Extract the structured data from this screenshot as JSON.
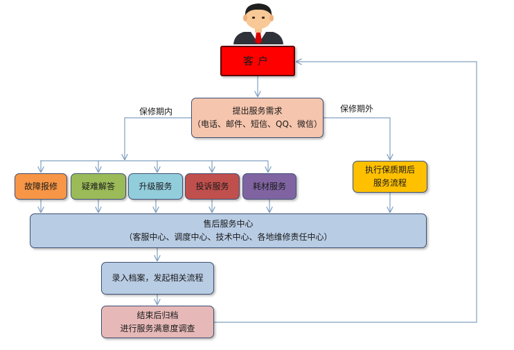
{
  "nodes": {
    "customer": "客户",
    "request": {
      "line1": "提出服务需求",
      "line2": "（电话、邮件、短信、QQ、微信）"
    },
    "after_warranty": {
      "line1": "执行保质期后",
      "line2": "服务流程"
    },
    "services": [
      "故障报修",
      "疑难解答",
      "升级服务",
      "投诉服务",
      "耗材服务"
    ],
    "service_center": {
      "line1": "售后服务中心",
      "line2": "（客服中心、调度中心、技术中心、各地维修责任中心）"
    },
    "record": "录入档案，发起相关流程",
    "finish": {
      "line1": "结束后归档",
      "line2": "进行服务满意度调查"
    }
  },
  "labels": {
    "in_warranty": "保修期内",
    "out_warranty": "保修期外"
  },
  "colors": {
    "customer": "#ff0000",
    "request": "#f6c5ad",
    "after_warranty": "#ffc000",
    "services": [
      "#f79646",
      "#9bbb59",
      "#92cddc",
      "#c0504d",
      "#8064a2"
    ],
    "center": "#b8cce4",
    "finish": "#e6b9b8",
    "connector": "#7f9fc0"
  },
  "icons": {
    "customer": "person-avatar-icon"
  }
}
